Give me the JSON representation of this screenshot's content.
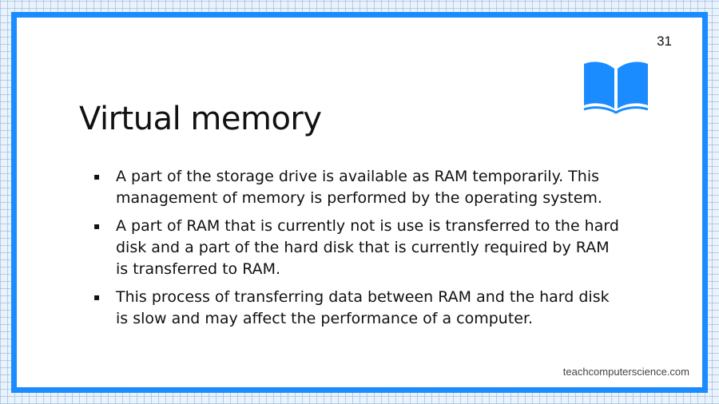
{
  "slide": {
    "number": "31",
    "title": "Virtual memory",
    "icon": "open-book-icon",
    "accent_color": "#1a8cff",
    "bullets": [
      "A part of the storage drive is available as RAM temporarily. This management of memory is performed by the operating system.",
      "A part of RAM that is currently not is use is transferred to the hard disk and a part of the hard disk that is currently required by RAM is transferred to RAM.",
      "This process of transferring data between RAM and the hard disk is slow and may affect the performance of a computer."
    ],
    "bullet_marker": "▪",
    "footer": "teachcomputerscience.com"
  }
}
